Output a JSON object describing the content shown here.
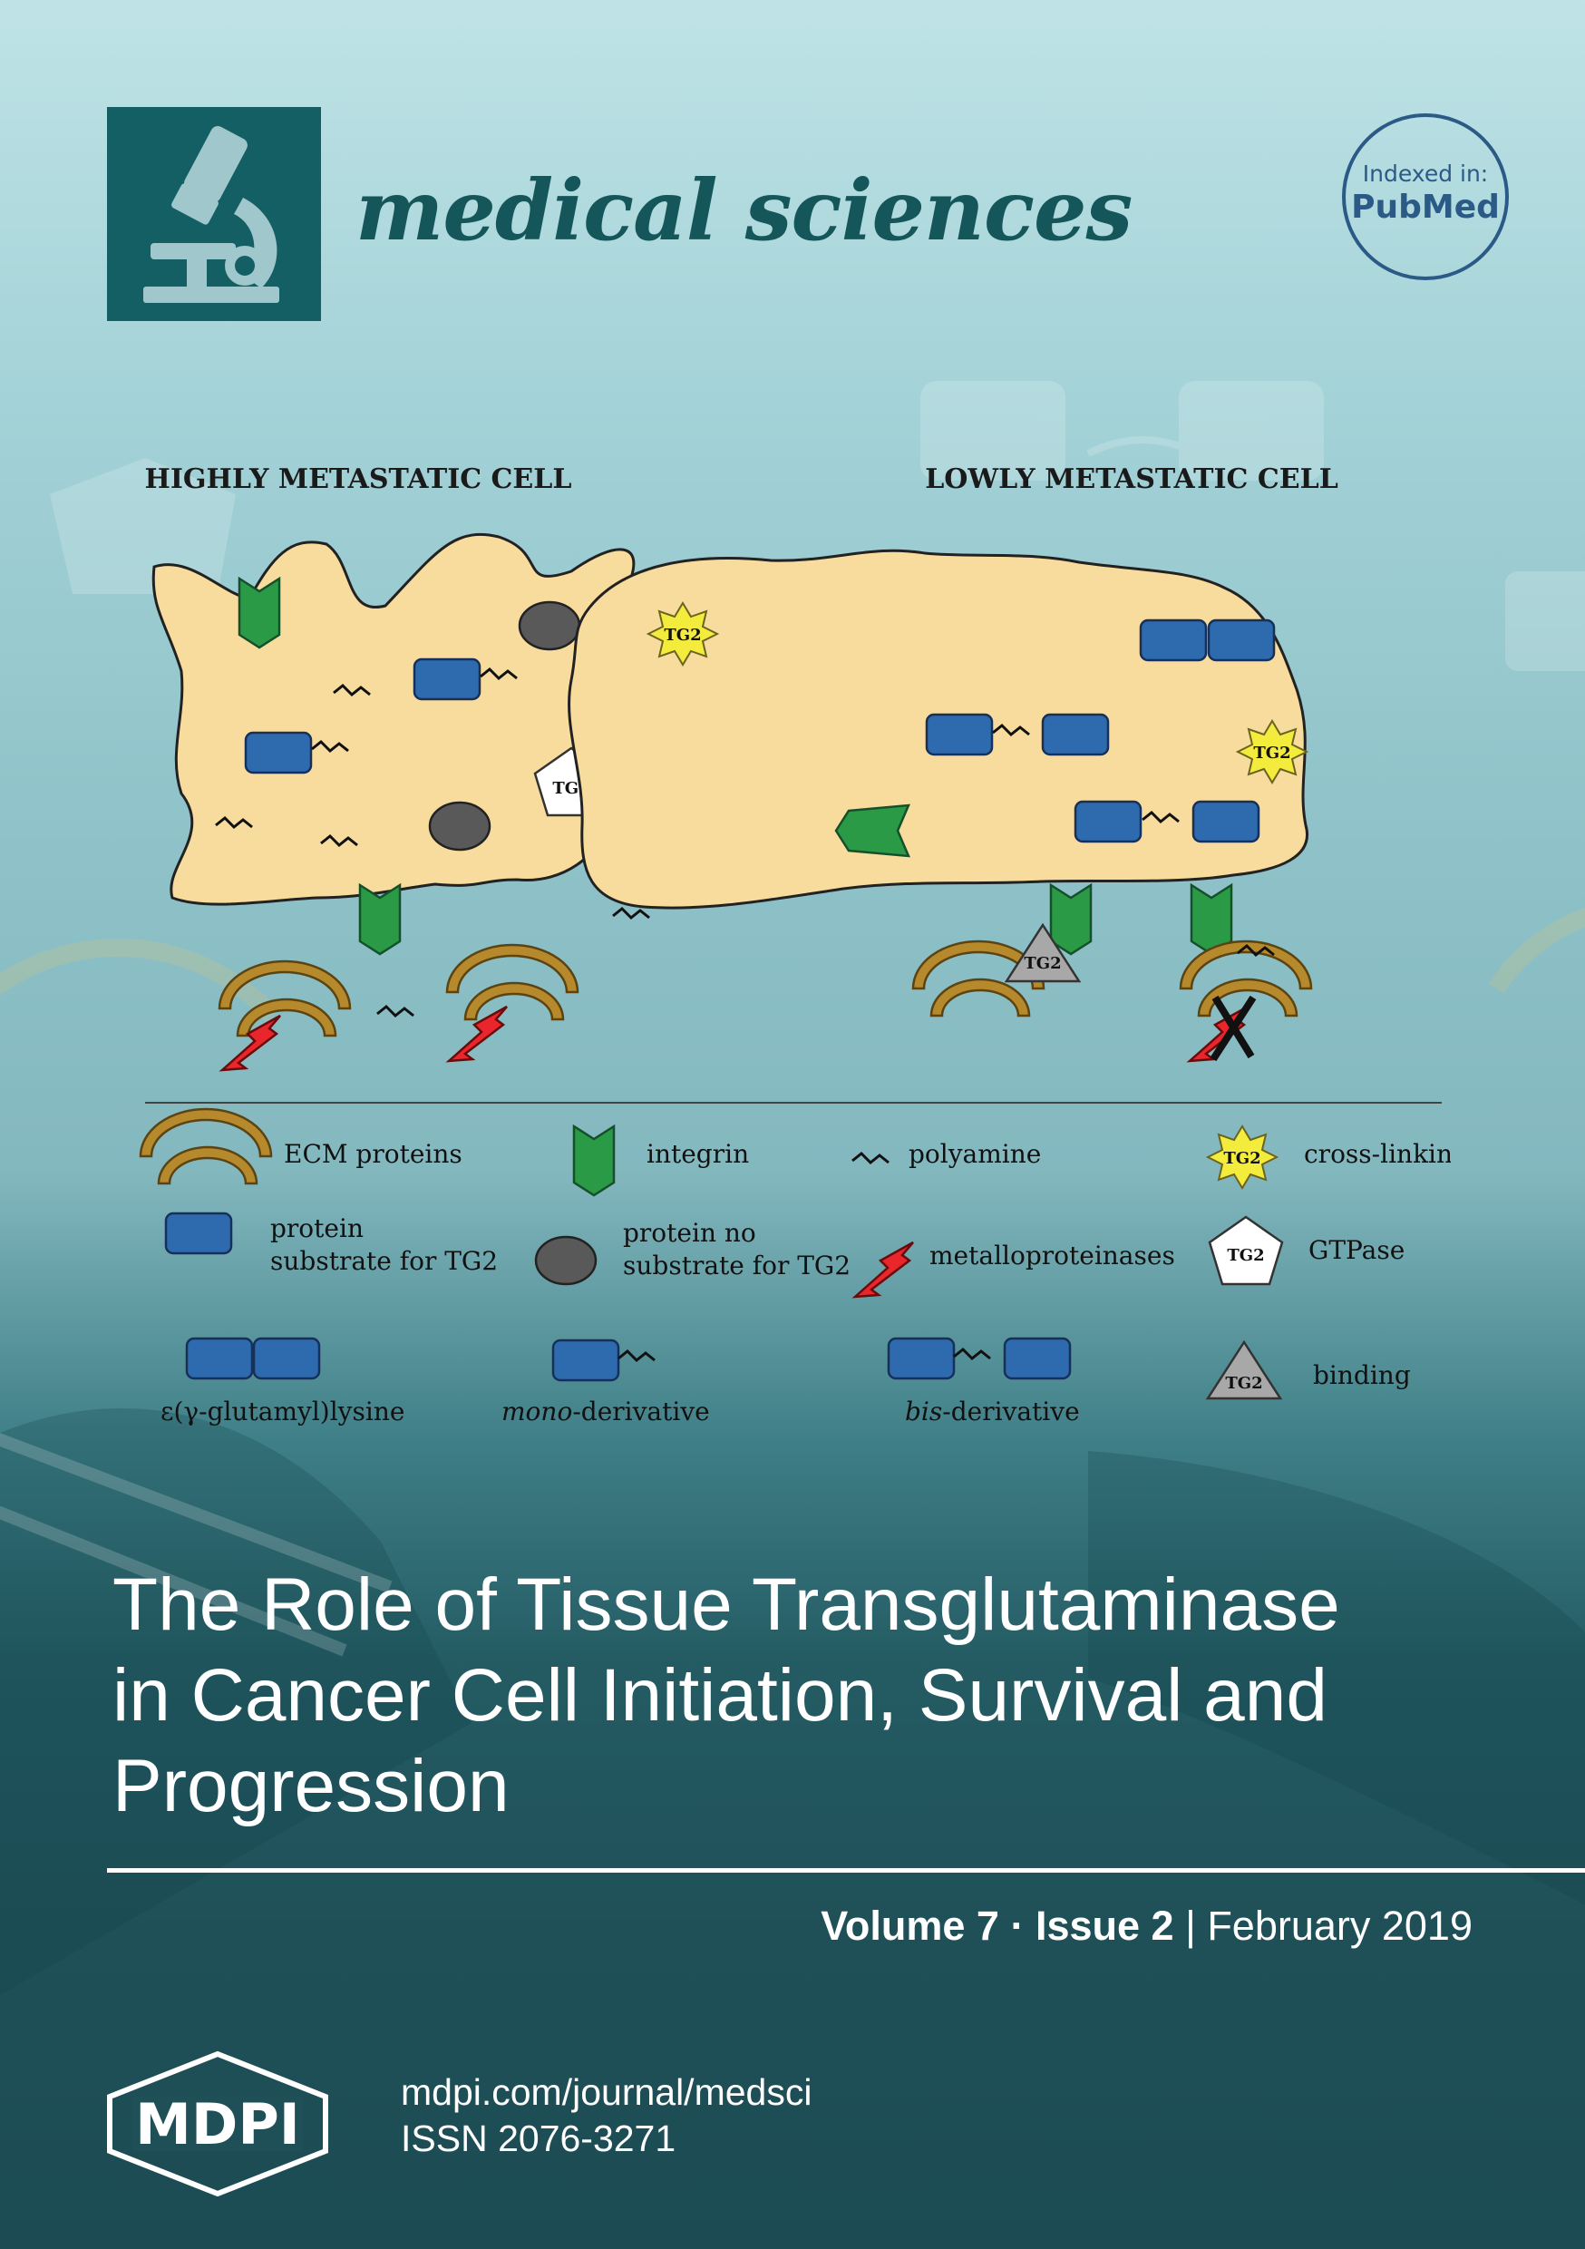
{
  "journal": {
    "title": "medical sciences",
    "indexed_label": "Indexed in:",
    "indexed_name": "PubMed",
    "logo_icon": "microscope-icon"
  },
  "figure": {
    "left_heading": "HIGHLY METASTATIC CELL",
    "right_heading": "LOWLY METASTATIC CELL",
    "tg2": "TG2",
    "legend": {
      "ecm": "ECM proteins",
      "integrin": "integrin",
      "polyamine": "polyamine",
      "crosslinking": "cross-linking",
      "substrate_line1": "protein",
      "substrate_line2": "substrate for TG2",
      "nosubstrate_line1": "protein no",
      "nosubstrate_line2": "substrate for TG2",
      "mmp": "metalloproteinases",
      "gtpase": "GTPase",
      "isopeptide": "ε(γ-glutamyl)lysine",
      "mono_italic": "mono",
      "mono_rest": "-derivative",
      "bis_italic": "bis",
      "bis_rest": "-derivative",
      "binding": "binding"
    },
    "colors": {
      "cell": "#f8dc9d",
      "protein": "#2e6aae",
      "integrin": "#2a9a47",
      "ecm": "#b68a2c",
      "mmp": "#e8262b",
      "tg2_star": "#f4ec3c",
      "tg2_triangle": "#a8a8a8",
      "nonsubstrate": "#595959"
    }
  },
  "article": {
    "title_lines": [
      "The Role of Tissue Transglutaminase",
      "in Cancer Cell Initiation, Survival and",
      "Progression"
    ]
  },
  "issue": {
    "volume": "Volume 7",
    "separator": "·",
    "issue": "Issue 2",
    "bar": "|",
    "date": "February 2019"
  },
  "footer": {
    "publisher": "MDPI",
    "url": "mdpi.com/journal/medsci",
    "issn": "ISSN 2076-3271"
  }
}
